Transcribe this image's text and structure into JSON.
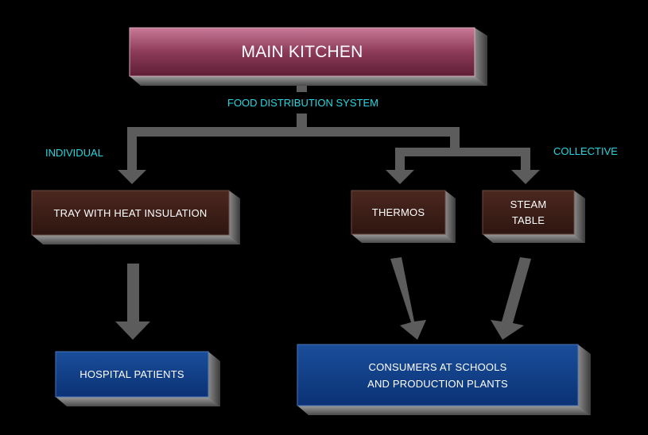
{
  "main": {
    "label": "MAIN KITCHEN"
  },
  "system_label": "FOOD DISTRIBUTION SYSTEM",
  "branches": {
    "individual": "INDIVIDUAL",
    "collective": "COLLECTIVE"
  },
  "methods": {
    "tray": "TRAY WITH  HEAT INSULATION",
    "thermos": "THERMOS",
    "steam_table": "STEAM\nTABLE"
  },
  "consumers": {
    "hospital": "HOSPITAL PATIENTS",
    "schools": "CONSUMERS AT SCHOOLS\nAND PRODUCTION PLANTS"
  },
  "colors": {
    "main_face": "#9a3f5e",
    "method_face": "#3d1f19",
    "consumer_face": "#0f3f88",
    "connector": "#5c5c5c",
    "label_accent": "#27d6e0"
  }
}
